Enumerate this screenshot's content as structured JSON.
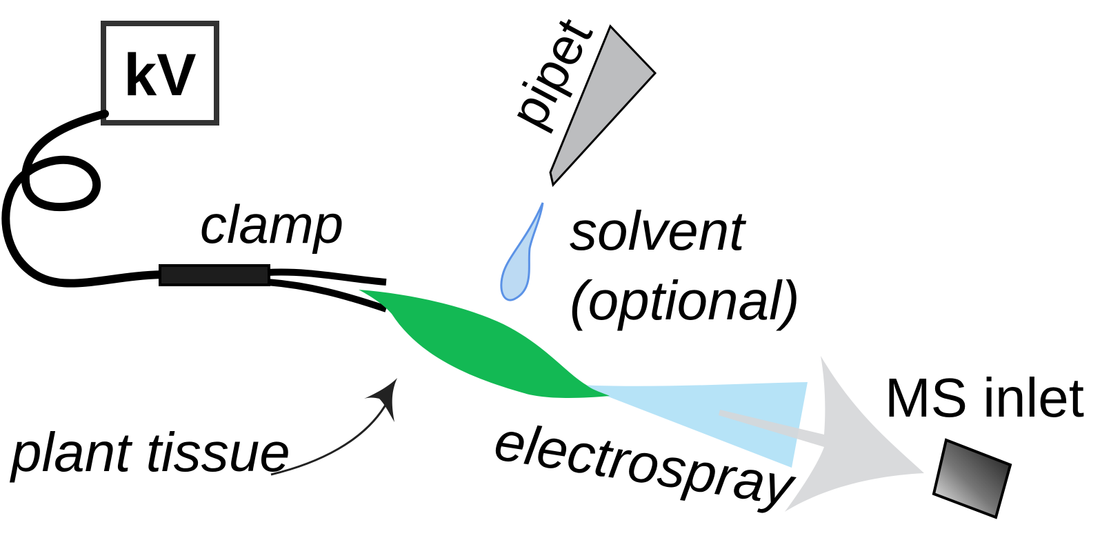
{
  "labels": {
    "kv": "kV",
    "pipet": "pipet",
    "clamp": "clamp",
    "solvent_line1": "solvent",
    "solvent_line2": "(optional)",
    "plant_tissue": "plant tissue",
    "electrospray": "electrospray",
    "ms_inlet": "MS inlet"
  },
  "colors": {
    "tissue": "#13b954",
    "spray": "#b6e3f7",
    "droplet_fill": "#bcdaf3",
    "droplet_stroke": "#5b92e6",
    "pipet": "#bcbdbf",
    "arrow_gray": "#d5d6d8",
    "wire": "#000000",
    "box_border": "#333333"
  },
  "icons": [
    "power-supply-box",
    "pipet-tip",
    "solvent-droplet",
    "clamp-jaws",
    "plant-tissue-leaf",
    "electrospray-cone",
    "ms-inlet-block",
    "flow-arrow"
  ]
}
